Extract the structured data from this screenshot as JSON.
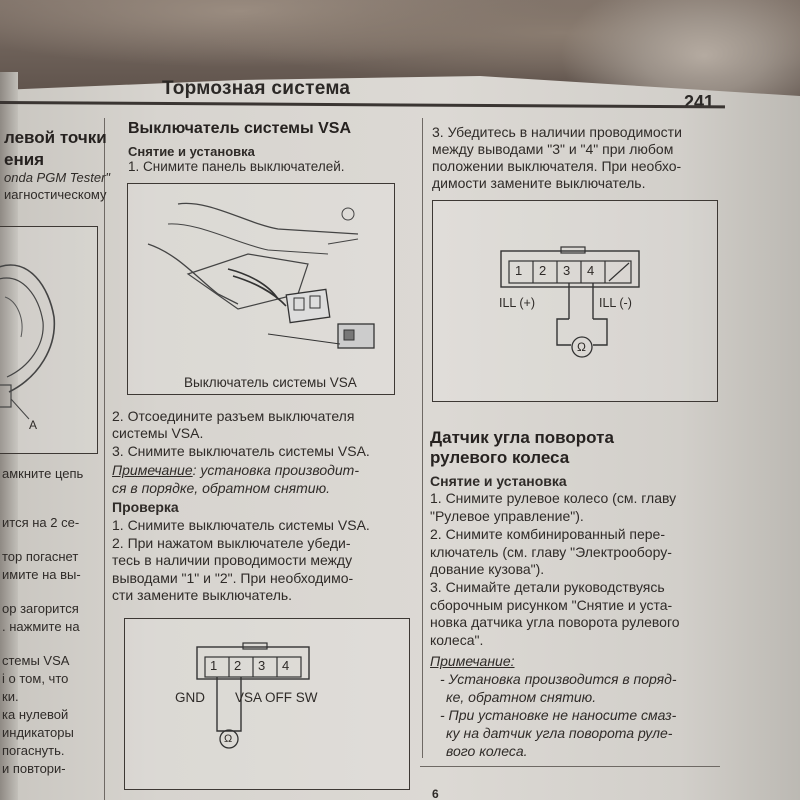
{
  "header": {
    "title": "Тормозная система",
    "page_number": "241"
  },
  "left_column": {
    "heading_lines": [
      "левой точки",
      "ения"
    ],
    "lines_top": [
      "onda PGM Tester\"",
      "иагностическому"
    ],
    "figure_label": "A",
    "lines_bottom": [
      "амкните цепь",
      "",
      "ится на 2 се-",
      "тор погаснет",
      "имите на вы-",
      "",
      "ор загорится",
      ". нажмите на",
      "",
      "стемы VSA",
      "і о том, что",
      "ки.",
      "ка нулевой",
      "индикаторы",
      "погаснуть.",
      "и повтори-"
    ]
  },
  "middle_column": {
    "title": "Выключатель системы VSA",
    "subtitle_removal": "Снятие и установка",
    "step1": "1. Снимите панель выключателей.",
    "figure1_caption": "Выключатель системы VSA",
    "steps_after_figure": [
      "2. Отсоедините разъем выключателя",
      "системы VSA.",
      "3. Снимите выключатель системы VSA."
    ],
    "note_label": "Примечание",
    "note_text_1": ": установка производит-",
    "note_text_2": "ся в порядке, обратном снятию.",
    "subtitle_check": "Проверка",
    "check_lines": [
      "1. Снимите выключатель системы VSA.",
      "2. При нажатом выключателе убеди-",
      "тесь в наличии проводимости между",
      "выводами \"1\" и \"2\". При необходимо-",
      "сти замените выключатель."
    ],
    "connector_pins": [
      "1",
      "2",
      "3",
      "4"
    ],
    "label_gnd": "GND",
    "label_vsa": "VSA OFF SW",
    "lamp_symbol": "Ω"
  },
  "right_column": {
    "step3_lines": [
      "3. Убедитесь в наличии проводимости",
      "между выводами \"3\" и \"4\" при любом",
      "положении выключателя. При необхо-",
      "димости замените выключатель."
    ],
    "connector_pins": [
      "1",
      "2",
      "3",
      "4"
    ],
    "label_ill_plus": "ILL (+)",
    "label_ill_minus": "ILL (-)",
    "lamp_symbol": "Ω",
    "section_title_lines": [
      "Датчик угла поворота",
      "рулевого колеса"
    ],
    "subtitle_removal": "Снятие и установка",
    "steps": [
      "1. Снимите рулевое колесо (см. главу",
      "\"Рулевое управление\").",
      "2. Снимите комбинированный пере-",
      "ключатель (см. главу \"Электрообору-",
      "дование кузова\").",
      "3. Снимайте детали руководствуясь",
      "сборочным рисунком \"Снятие и уста-",
      "новка датчика угла поворота рулевого",
      "колеса\"."
    ],
    "note_label": "Примечание:",
    "note_lines": [
      "- Установка производится в поряд-",
      "ке, обратном снятию.",
      "- При установке не наносите смаз-",
      "ку на датчик угла поворота руле-",
      "вого колеса."
    ]
  },
  "footer": {
    "page_marker": "6"
  }
}
